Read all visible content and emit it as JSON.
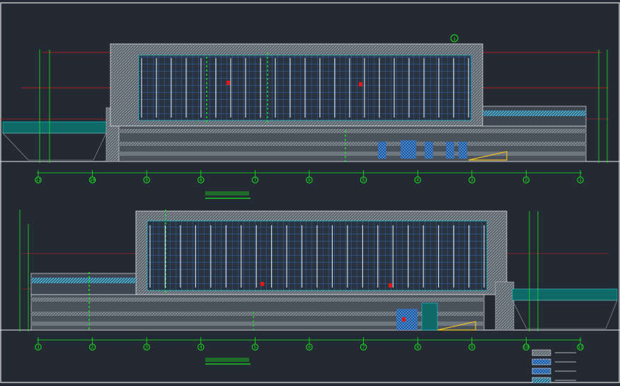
{
  "colors": {
    "background": "#232a34",
    "frame": "#e8e8e8",
    "axis_green": "#19e619",
    "red_line": "#e01818",
    "cyan": "#1ec8d8",
    "blue": "#2a78d8",
    "grey_band": "#6e7680",
    "teal": "#0e6a66",
    "yellow": "#f0c020"
  },
  "top_elevation": {
    "axes": [
      "11",
      "10",
      "9",
      "8",
      "7",
      "6",
      "5",
      "4",
      "3",
      "2",
      "1"
    ],
    "tag": "1"
  },
  "bottom_elevation": {
    "axes": [
      "1",
      "2",
      "3",
      "4",
      "5",
      "6",
      "7",
      "8",
      "9",
      "10",
      "11"
    ]
  },
  "legend": {
    "items": [
      {
        "swatch": "hatch-grey"
      },
      {
        "swatch": "hatch-blue"
      },
      {
        "swatch": "hatch-blue"
      },
      {
        "swatch": "hatch-cyan"
      }
    ]
  }
}
